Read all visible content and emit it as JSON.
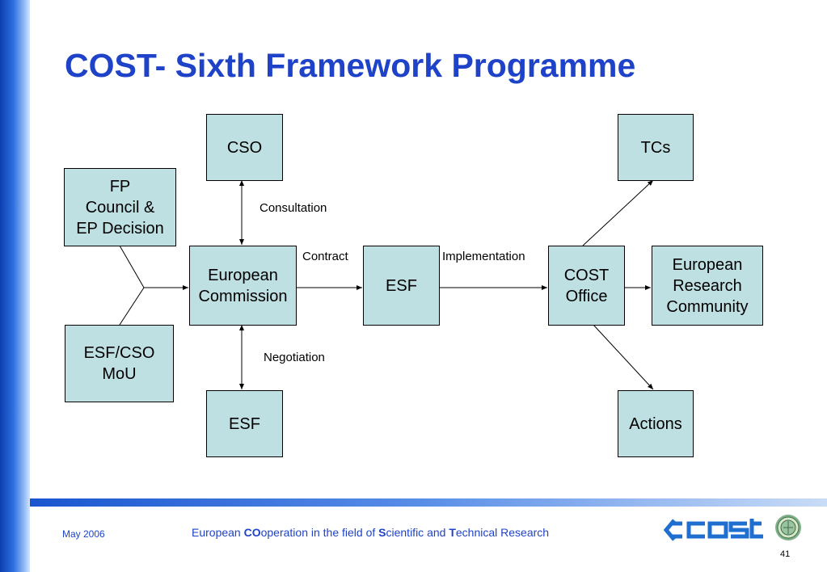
{
  "title": "COST- Sixth Framework Programme",
  "boxes": {
    "cso": "CSO",
    "tcs": "TCs",
    "fp_line1": "FP",
    "fp_line2": "Council &",
    "fp_line3": "EP Decision",
    "ec_line1": "European",
    "ec_line2": "Commission",
    "esf_mid": "ESF",
    "cost_line1": "COST",
    "cost_line2": "Office",
    "erc_line1": "European",
    "erc_line2": "Research",
    "erc_line3": "Community",
    "mou_line1": "ESF/CSO",
    "mou_line2": "MoU",
    "esf_bottom": "ESF",
    "actions": "Actions"
  },
  "labels": {
    "consultation": "Consultation",
    "contract": "Contract",
    "implementation": "Implementation",
    "negotiation": "Negotiation"
  },
  "footer": {
    "date": "May 2006",
    "tagline": [
      {
        "text": "European ",
        "bold": false
      },
      {
        "text": "CO",
        "bold": true
      },
      {
        "text": "operation in the field of ",
        "bold": false
      },
      {
        "text": "S",
        "bold": true
      },
      {
        "text": "cientific and ",
        "bold": false
      },
      {
        "text": "T",
        "bold": true
      },
      {
        "text": "echnical Research",
        "bold": false
      }
    ],
    "page_number": "41",
    "logo_text": "cost"
  },
  "colors": {
    "title": "#1f43c8",
    "box_fill": "#bfe0e2",
    "accent_blue": "#1f43c8"
  }
}
